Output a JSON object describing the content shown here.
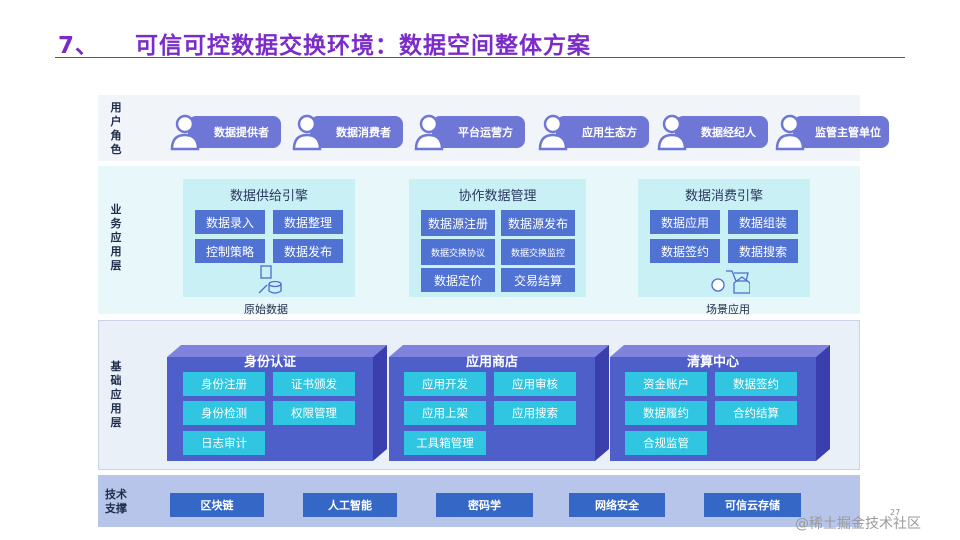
{
  "title": {
    "number": "7、",
    "text": "可信可控数据交换环境：数据空间整体方案"
  },
  "layers": {
    "users": "用\n户\n角\n色",
    "business": "业\n务\n应\n用\n层",
    "base": "基\n础\n应\n用\n层",
    "tech": "技术\n支撑"
  },
  "roles": [
    "数据提供者",
    "数据消费者",
    "平台运营方",
    "应用生态方",
    "数据经纪人",
    "监管主管单位"
  ],
  "business": {
    "supply": {
      "title": "数据供给引擎",
      "items": [
        "数据录入",
        "数据整理",
        "控制策略",
        "数据发布"
      ],
      "caption": "原始数据"
    },
    "collab": {
      "title": "协作数据管理",
      "items": [
        "数据源注册",
        "数据源发布",
        "数据交换协议",
        "数据交换监控",
        "数据定价",
        "交易结算"
      ]
    },
    "consume": {
      "title": "数据消费引擎",
      "items": [
        "数据应用",
        "数据组装",
        "数据签约",
        "数据搜索"
      ],
      "caption": "场景应用"
    }
  },
  "base": {
    "identity": {
      "title": "身份认证",
      "items": [
        "身份注册",
        "证书颁发",
        "身份检测",
        "权限管理",
        "日志审计"
      ]
    },
    "store": {
      "title": "应用商店",
      "items": [
        "应用开发",
        "应用审核",
        "应用上架",
        "应用搜索",
        "工具箱管理"
      ]
    },
    "clearing": {
      "title": "清算中心",
      "items": [
        "资金账户",
        "数据签约",
        "数据履约",
        "合约结算",
        "合规监管"
      ]
    }
  },
  "tech": [
    "区块链",
    "人工智能",
    "密码学",
    "网络安全",
    "可信云存储"
  ],
  "page_number": "27",
  "watermark": "@稀土掘金技术社区",
  "colors": {
    "title": "#7b2bc8",
    "role": "#6f77d6",
    "box": "#5072d3",
    "cube": "#4f5fca",
    "cube_box": "#30c6e2",
    "tech": "#3467c6"
  }
}
